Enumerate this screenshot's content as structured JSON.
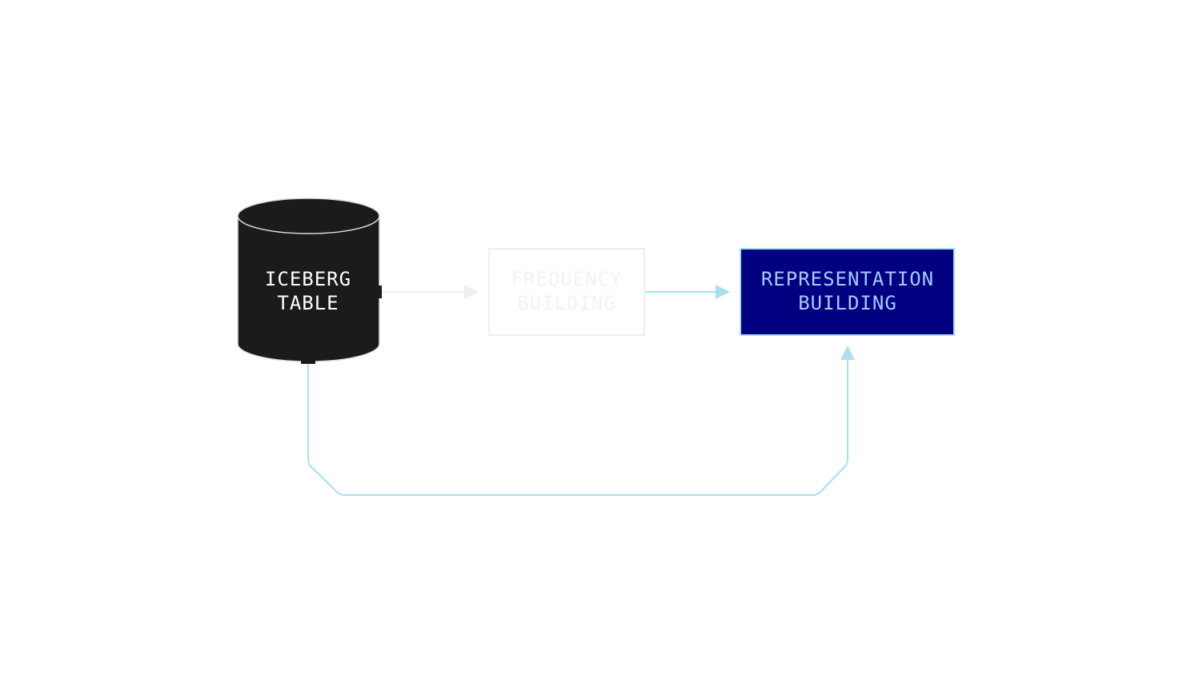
{
  "diagram": {
    "nodes": {
      "iceberg": {
        "line1": "ICEBERG",
        "line2": "TABLE",
        "fill": "#1b1b1b",
        "text_color": "#ffffff",
        "shape": "cylinder"
      },
      "frequency": {
        "line1": "FREQUENCY",
        "line2": "BUILDING",
        "fill": "#ffffff",
        "border": "#eeeeee",
        "text_color": "#f2f2f2",
        "state": "faded"
      },
      "representation": {
        "line1": "REPRESENTATION",
        "line2": "BUILDING",
        "fill": "#000080",
        "border": "#a8e0ee",
        "text_color": "#a8c8ff",
        "state": "active"
      }
    },
    "edges": [
      {
        "from": "iceberg",
        "to": "frequency",
        "color": "#eeeeee",
        "state": "faded"
      },
      {
        "from": "frequency",
        "to": "representation",
        "color": "#a8e0ee",
        "state": "active"
      },
      {
        "from": "iceberg",
        "to": "representation",
        "color": "#a8e0ee",
        "state": "active",
        "route": "below"
      }
    ]
  }
}
